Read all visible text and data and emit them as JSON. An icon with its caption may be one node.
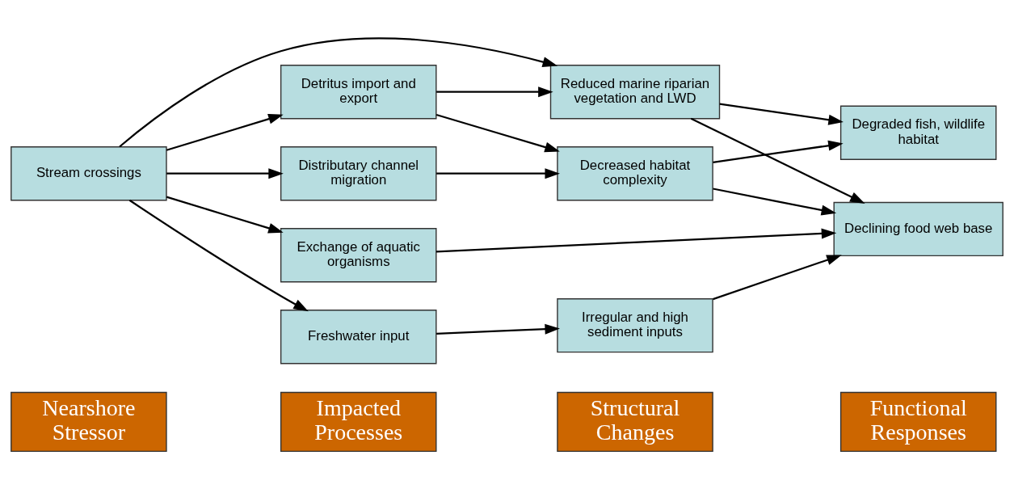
{
  "diagram": {
    "nodes": [
      {
        "text": [
          "Nearshore Stressor"
        ]
      },
      {
        "text": [
          "Impacted Processes"
        ]
      },
      {
        "text": [
          "Structural Changes"
        ]
      },
      {
        "text": [
          "Functional Responses"
        ]
      },
      {
        "text": [
          "Stream crossings"
        ]
      },
      {
        "text": [
          "Detritus import and export"
        ]
      },
      {
        "text": [
          "Distributary channel migration"
        ]
      },
      {
        "text": [
          "Freshwater input"
        ]
      },
      {
        "text": [
          "Exchange of aquatic organisms"
        ]
      },
      {
        "text": [
          "Reduced marine riparian vegetation and LWD"
        ]
      },
      {
        "text": [
          "Decreased habitat complexity"
        ]
      },
      {
        "text": [
          "Irregular and high sediment inputs"
        ]
      },
      {
        "text": [
          "Degraded fish, wildlife habitat"
        ]
      },
      {
        "text": [
          "Declining food web base"
        ]
      }
    ],
    "edges": [
      {
        "from": 4,
        "to": 9,
        "arrow": "to"
      },
      {
        "from": 4,
        "to": 5,
        "arrow": "to"
      },
      {
        "from": 4,
        "to": 6,
        "arrow": "to"
      },
      {
        "from": 4,
        "to": 7,
        "arrow": "to"
      },
      {
        "from": 4,
        "to": 8,
        "arrow": "to"
      },
      {
        "from": 5,
        "to": 9,
        "arrow": "to"
      },
      {
        "from": 5,
        "to": 10,
        "arrow": "to"
      },
      {
        "from": 6,
        "to": 10,
        "arrow": "to"
      },
      {
        "from": 7,
        "to": 11,
        "arrow": "to"
      },
      {
        "from": 9,
        "to": 12,
        "arrow": "to"
      },
      {
        "from": 9,
        "to": 13,
        "arrow": "to"
      },
      {
        "from": 10,
        "to": 12,
        "arrow": "to"
      },
      {
        "from": 10,
        "to": 13,
        "arrow": "to"
      },
      {
        "from": 11,
        "to": 13,
        "arrow": "to"
      },
      {
        "from": 8,
        "to": 13,
        "arrow": "to"
      }
    ]
  }
}
